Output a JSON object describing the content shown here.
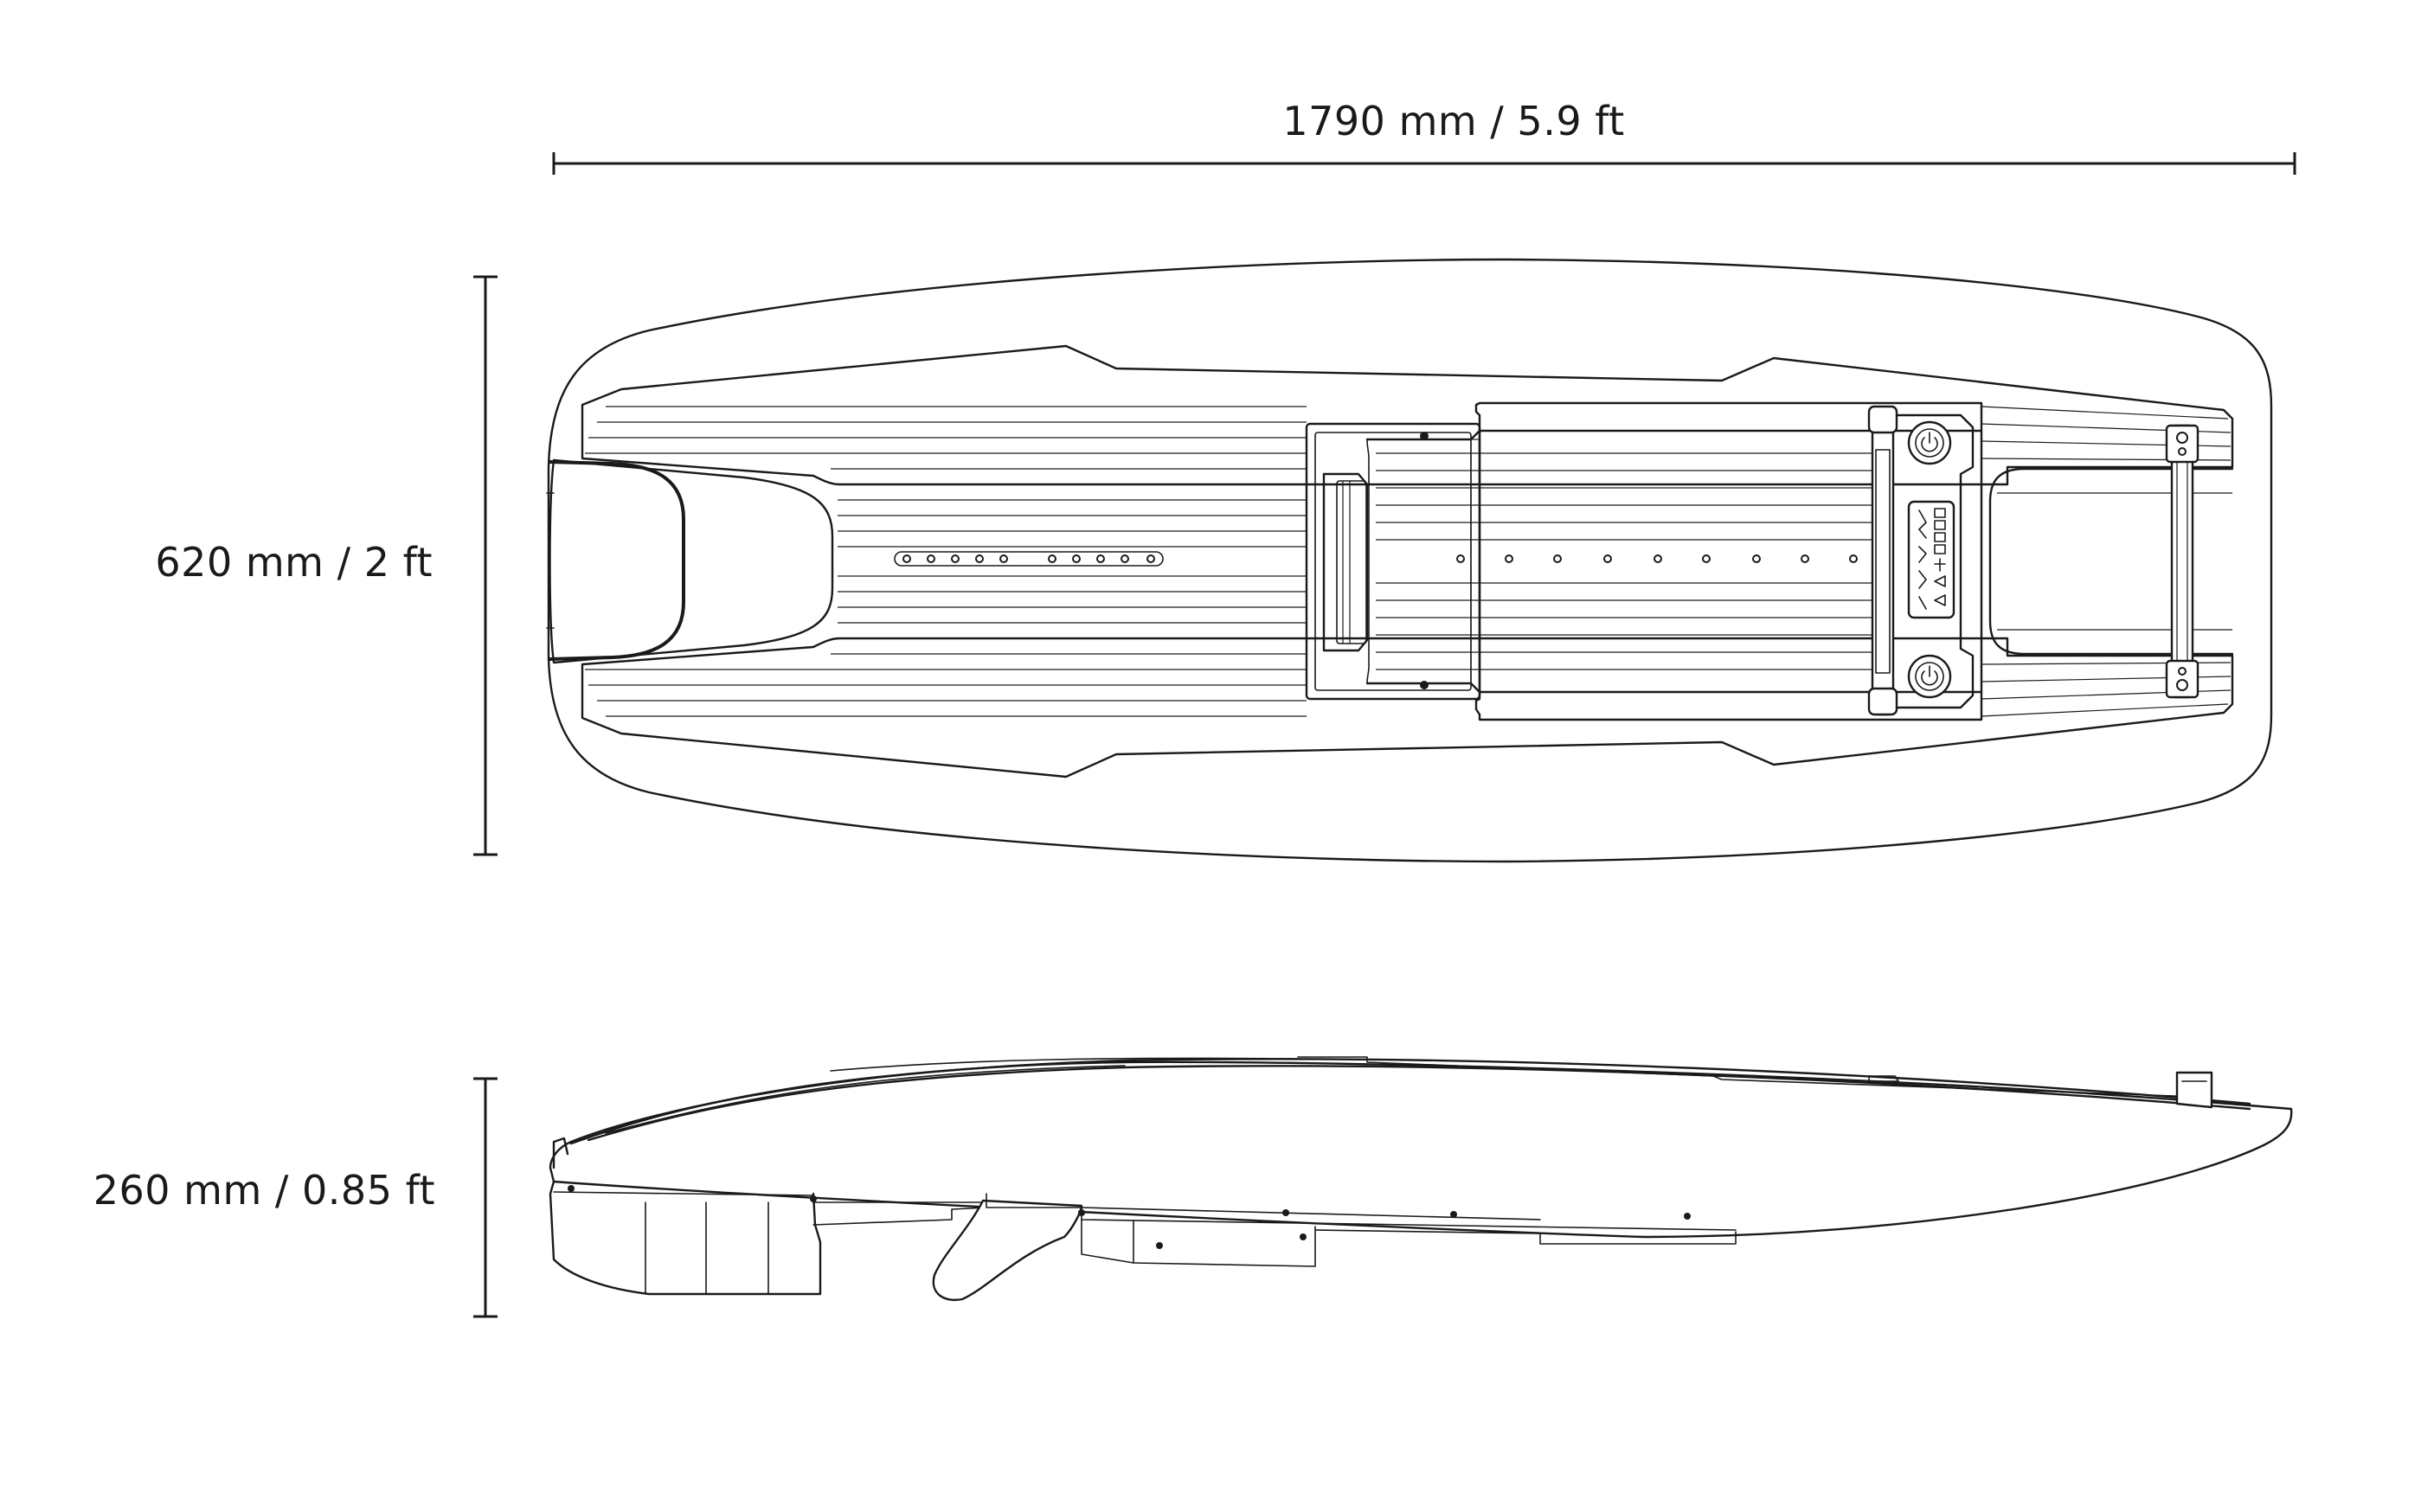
{
  "dimensions": {
    "length": "1790 mm / 5.9 ft",
    "width": "620 mm / 2 ft",
    "height": "260 mm / 0.85 ft"
  },
  "views": {
    "top": "top-view",
    "side": "side-view"
  },
  "colors": {
    "line": "#1a1a1a",
    "background": "#ffffff"
  }
}
